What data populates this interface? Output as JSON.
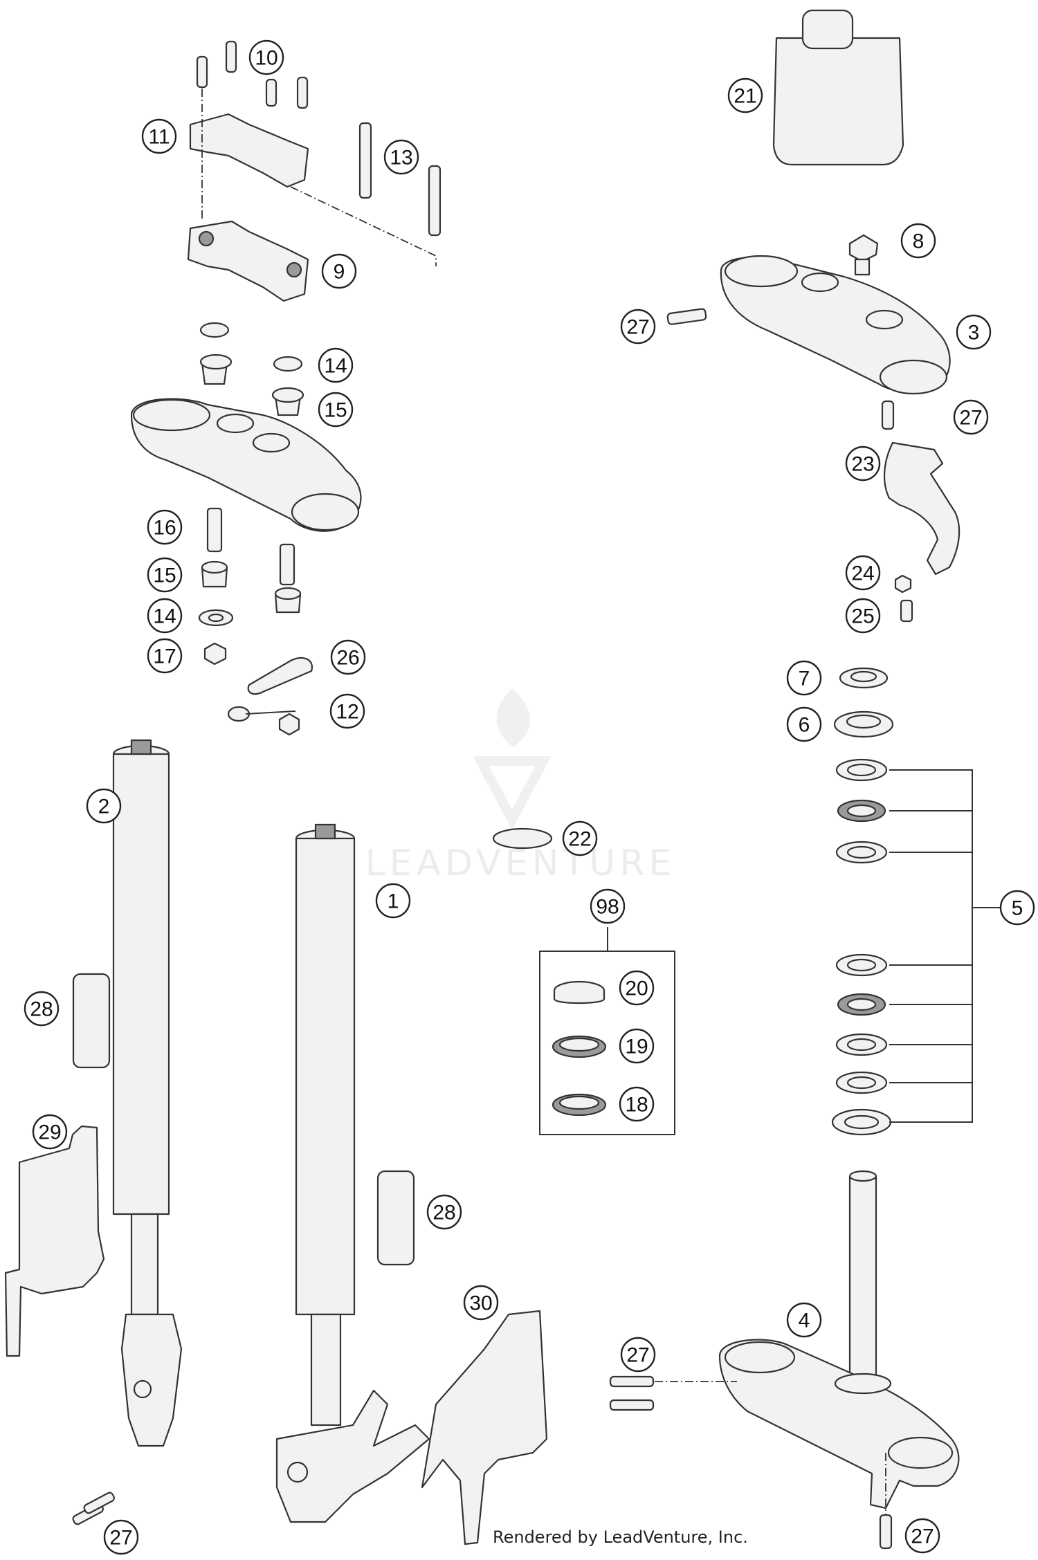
{
  "callouts": [
    {
      "id": "c10",
      "label": "10"
    },
    {
      "id": "c11",
      "label": "11"
    },
    {
      "id": "c13",
      "label": "13"
    },
    {
      "id": "c9",
      "label": "9"
    },
    {
      "id": "c14a",
      "label": "14"
    },
    {
      "id": "c15a",
      "label": "15"
    },
    {
      "id": "c16",
      "label": "16"
    },
    {
      "id": "c15b",
      "label": "15"
    },
    {
      "id": "c14b",
      "label": "14"
    },
    {
      "id": "c17",
      "label": "17"
    },
    {
      "id": "c26",
      "label": "26"
    },
    {
      "id": "c12",
      "label": "12"
    },
    {
      "id": "c21",
      "label": "21"
    },
    {
      "id": "c8",
      "label": "8"
    },
    {
      "id": "c27a",
      "label": "27"
    },
    {
      "id": "c3",
      "label": "3"
    },
    {
      "id": "c27b",
      "label": "27"
    },
    {
      "id": "c23",
      "label": "23"
    },
    {
      "id": "c24",
      "label": "24"
    },
    {
      "id": "c25",
      "label": "25"
    },
    {
      "id": "c7",
      "label": "7"
    },
    {
      "id": "c6",
      "label": "6"
    },
    {
      "id": "c2",
      "label": "2"
    },
    {
      "id": "c1",
      "label": "1"
    },
    {
      "id": "c22",
      "label": "22"
    },
    {
      "id": "c98",
      "label": "98"
    },
    {
      "id": "c20",
      "label": "20"
    },
    {
      "id": "c19",
      "label": "19"
    },
    {
      "id": "c18",
      "label": "18"
    },
    {
      "id": "c5",
      "label": "5"
    },
    {
      "id": "c28a",
      "label": "28"
    },
    {
      "id": "c29",
      "label": "29"
    },
    {
      "id": "c28b",
      "label": "28"
    },
    {
      "id": "c30",
      "label": "30"
    },
    {
      "id": "c4",
      "label": "4"
    },
    {
      "id": "c27c",
      "label": "27"
    },
    {
      "id": "c27d",
      "label": "27"
    },
    {
      "id": "c27e",
      "label": "27"
    }
  ],
  "watermark": "LEADVENTURE",
  "credit": "Rendered by LeadVenture, Inc."
}
